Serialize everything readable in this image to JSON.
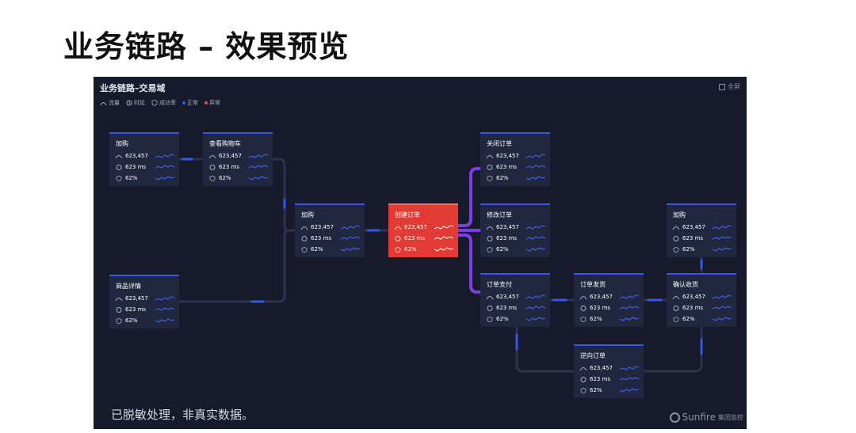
{
  "slide": {
    "title": "业务链路 – 效果预览"
  },
  "panel": {
    "title": "业务链路–交易域",
    "fullscreen_label": "全屏",
    "legend": {
      "traffic": "流量",
      "latency": "时延",
      "success_rate": "成功率",
      "normal": "正常",
      "abnormal": "异常"
    }
  },
  "colors": {
    "panel_bg": "#161a2a",
    "node_bg": "#222740",
    "accent_blue": "#3558e6",
    "link_purple": "#7b3fe4",
    "highlight_red": "#e23b36",
    "abnormal": "#e84a4a"
  },
  "nodes": [
    {
      "id": "n1",
      "title": "加购",
      "traffic": "623,457",
      "latency": "623 ms",
      "rate": "62%",
      "highlight": false
    },
    {
      "id": "n2",
      "title": "查看购物车",
      "traffic": "623,457",
      "latency": "623 ms",
      "rate": "62%",
      "highlight": false
    },
    {
      "id": "n3",
      "title": "商品详情",
      "traffic": "623,457",
      "latency": "623 ms",
      "rate": "62%",
      "highlight": false
    },
    {
      "id": "n4",
      "title": "加购",
      "traffic": "623,457",
      "latency": "623 ms",
      "rate": "62%",
      "highlight": false
    },
    {
      "id": "n5",
      "title": "创建订单",
      "traffic": "623,457",
      "latency": "623 ms",
      "rate": "62%",
      "highlight": true
    },
    {
      "id": "n6",
      "title": "关闭订单",
      "traffic": "623,457",
      "latency": "623 ms",
      "rate": "62%",
      "highlight": false
    },
    {
      "id": "n7",
      "title": "修改订单",
      "traffic": "623,457",
      "latency": "623 ms",
      "rate": "62%",
      "highlight": false
    },
    {
      "id": "n8",
      "title": "订单支付",
      "traffic": "623,457",
      "latency": "623 ms",
      "rate": "62%",
      "highlight": false
    },
    {
      "id": "n9",
      "title": "订单发货",
      "traffic": "623,457",
      "latency": "623 ms",
      "rate": "62%",
      "highlight": false
    },
    {
      "id": "n10",
      "title": "确认收货",
      "traffic": "623,457",
      "latency": "623 ms",
      "rate": "62%",
      "highlight": false
    },
    {
      "id": "n11",
      "title": "加购",
      "traffic": "623,457",
      "latency": "623 ms",
      "rate": "62%",
      "highlight": false
    },
    {
      "id": "n12",
      "title": "逆向订单",
      "traffic": "623,457",
      "latency": "623 ms",
      "rate": "62%",
      "highlight": false
    }
  ],
  "footer": {
    "note": "已脱敏处理，非真实数据。",
    "brand": "Sunfire",
    "brand_sub": "集团监控"
  }
}
